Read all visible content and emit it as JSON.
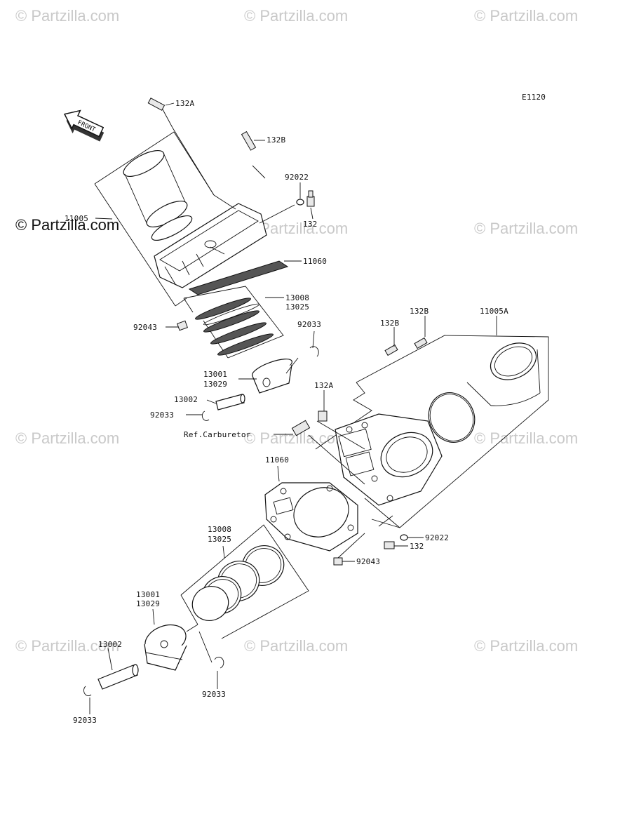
{
  "diagram_code": "E1120",
  "front_label": "FRONT",
  "watermarks": {
    "text": "© Partzilla.com",
    "strong_text": "© Partzilla.com"
  },
  "upper": {
    "bolt_132A": "132A",
    "bolt_132B": "132B",
    "washer_92022": "92022",
    "bolt_132": "132",
    "cylinder_11005": "11005",
    "gasket_11060": "11060",
    "rings_13008": "13008",
    "rings_13025": "13025",
    "dowel_92043": "92043",
    "clip_92033_right": "92033",
    "piston_13001": "13001",
    "piston_13029": "13029",
    "pin_13002": "13002",
    "clip_92033_left": "92033"
  },
  "lower": {
    "bolt_132B_right": "132B",
    "bolt_132B_left": "132B",
    "cylinder_11005A": "11005A",
    "bolt_132A": "132A",
    "ref_carb": "Ref.Carburetor",
    "gasket_11060": "11060",
    "washer_92022": "92022",
    "bolt_132": "132",
    "dowel_92043": "92043",
    "rings_13008": "13008",
    "rings_13025": "13025",
    "piston_13001": "13001",
    "piston_13029": "13029",
    "pin_13002": "13002",
    "clip_92033_right": "92033",
    "clip_92033_left": "92033"
  }
}
